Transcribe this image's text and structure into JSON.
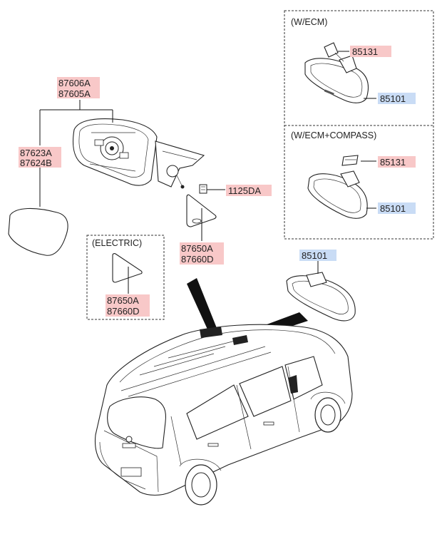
{
  "colors": {
    "pink": "#f8c8c8",
    "blue": "#c9dcf5",
    "line": "#111111"
  },
  "groups": {
    "ecm": "(W/ECM)",
    "ecm_compass": "(W/ECM+COMPASS)",
    "electric": "(ELECTRIC)"
  },
  "labels": {
    "p87606A": "87606A",
    "p87605A": "87605A",
    "p87623A": "87623A",
    "p87624B": "87624B",
    "p1125DA": "1125DA",
    "p87650A_1": "87650A",
    "p87660D_1": "87660D",
    "p87650A_2": "87650A",
    "p87660D_2": "87660D",
    "p85131_1": "85131",
    "p85101_1": "85101",
    "p85131_2": "85131",
    "p85101_2": "85101",
    "p85101_3": "85101"
  }
}
